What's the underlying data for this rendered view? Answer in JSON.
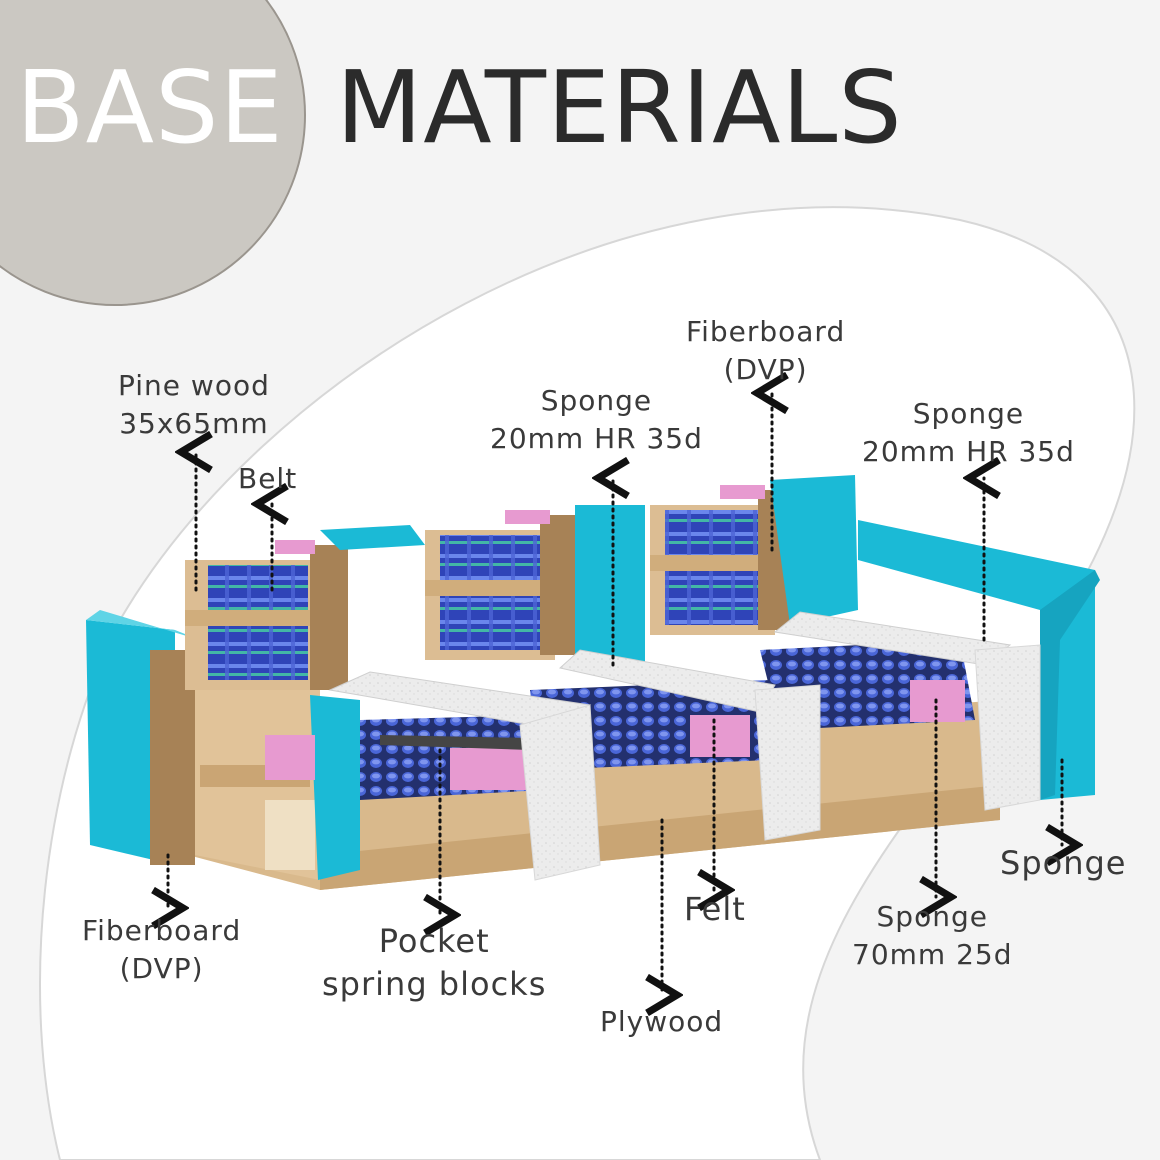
{
  "title": {
    "part1": "BASE",
    "part2": "MATERIALS"
  },
  "colors": {
    "background": "#f4f4f4",
    "title_circle": "#cbc8c2",
    "sponge_blue": "#1bbad6",
    "wood": "#d9b98c",
    "fiberboard": "#a78256",
    "pink_foam": "#e79ad0",
    "felt": "#eeeeee",
    "spring_blue": "#3a55c9",
    "text": "#3a3a3a"
  },
  "labels": {
    "pine_wood": {
      "line1": "Pine wood",
      "line2": "35x65mm"
    },
    "belt": "Belt",
    "sponge_mid": {
      "line1": "Sponge",
      "line2": "20mm HR 35d"
    },
    "fiberboard_top": {
      "line1": "Fiberboard",
      "line2": "(DVP)"
    },
    "sponge_right": {
      "line1": "Sponge",
      "line2": "20mm HR 35d"
    },
    "fiberboard_bottom": {
      "line1": "Fiberboard",
      "line2": "(DVP)"
    },
    "pocket_springs": {
      "line1": "Pocket",
      "line2": "spring blocks"
    },
    "felt": "Felt",
    "plywood": "Plywood",
    "sponge_70": {
      "line1": "Sponge",
      "line2": "70mm 25d"
    },
    "sponge": "Sponge"
  }
}
